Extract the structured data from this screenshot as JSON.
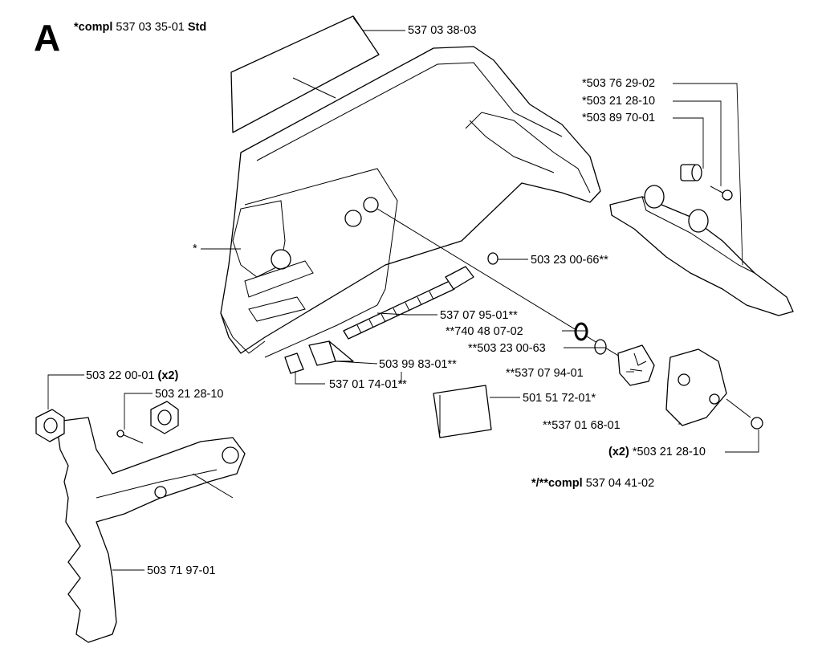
{
  "section_letter": "A",
  "header": {
    "prefix": "*compl",
    "part_no": "537 03 35-01",
    "suffix": "Std"
  },
  "callouts": {
    "cover_plate": "537 03 38-03",
    "star_503762902": "*503 76 29-02",
    "star_503212810": "*503 21 28-10",
    "star_503897001": "*503 89 70-01",
    "star": "*",
    "washer_503230066": "503 23 00-66**",
    "screw_537079501": "537 07 95-01**",
    "oring_740480702": "**740 48 07-02",
    "washer_503230063": "**503 23 00-63",
    "pin_503998301": "503 99 83-01**",
    "gear_537079401": "**537 07 94-01",
    "nut_503220001": "503 22 00-01",
    "x2_a": "(x2)",
    "screw_503212810": "503 21 28-10",
    "nut_537017401": "537 01 74-01**",
    "pad_501517201": "501 51 72-01*",
    "cover_537016801": "**537 01 68-01",
    "x2_b": "(x2)",
    "screw_x2_503212810": "*503 21 28-10",
    "spike_503719701": "503 71 97-01"
  },
  "footer": {
    "prefix": "*/**compl",
    "part_no": "537 04 41-02"
  }
}
